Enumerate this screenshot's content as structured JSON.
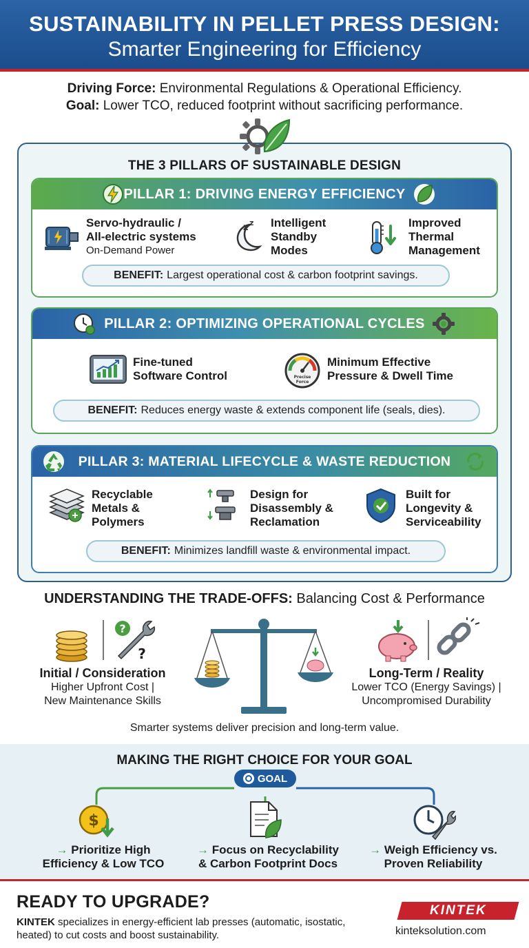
{
  "header": {
    "title": "SUSTAINABILITY IN PELLET PRESS DESIGN:",
    "subtitle": "Smarter Engineering for Efficiency"
  },
  "intro": {
    "line1_label": "Driving Force:",
    "line1_text": "Environmental Regulations & Operational Efficiency.",
    "line2_label": "Goal:",
    "line2_text": "Lower TCO, reduced footprint without sacrificing performance."
  },
  "pillars_title": "THE 3 PILLARS OF SUSTAINABLE DESIGN",
  "pillar1": {
    "title": "PILLAR 1: DRIVING ENERGY EFFICIENCY",
    "f1_line1": "Servo-hydraulic /",
    "f1_line2": "All-electric systems",
    "f1_sub": "On-Demand Power",
    "f2_line1": "Intelligent",
    "f2_line2": "Standby",
    "f2_line3": "Modes",
    "f3_line1": "Improved",
    "f3_line2": "Thermal",
    "f3_line3": "Management",
    "benefit_label": "BENEFIT:",
    "benefit_text": "Largest operational cost & carbon footprint savings."
  },
  "pillar2": {
    "title": "PILLAR 2: OPTIMIZING OPERATIONAL CYCLES",
    "f1_line1": "Fine-tuned",
    "f1_line2": "Software Control",
    "f2_line1": "Minimum Effective",
    "f2_line2": "Pressure & Dwell Time",
    "gauge_text1": "Precise",
    "gauge_text2": "Force",
    "benefit_label": "BENEFIT:",
    "benefit_text": "Reduces energy waste & extends component life (seals, dies)."
  },
  "pillar3": {
    "title": "PILLAR 3: MATERIAL LIFECYCLE & WASTE REDUCTION",
    "f1_line1": "Recyclable",
    "f1_line2": "Metals &",
    "f1_line3": "Polymers",
    "f2_line1": "Design for",
    "f2_line2": "Disassembly &",
    "f2_line3": "Reclamation",
    "f3_line1": "Built for",
    "f3_line2": "Longevity &",
    "f3_line3": "Serviceability",
    "benefit_label": "BENEFIT:",
    "benefit_text": "Minimizes landfill waste & environmental impact."
  },
  "tradeoffs": {
    "title_bold": "UNDERSTANDING THE TRADE-OFFS:",
    "title_rest": "Balancing Cost & Performance",
    "left_label": "Initial / Consideration",
    "left_line1": "Higher Upfront Cost |",
    "left_line2": "New Maintenance Skills",
    "right_label": "Long-Term / Reality",
    "right_line1": "Lower TCO (Energy Savings) |",
    "right_line2": "Uncompromised Durability",
    "note": "Smarter systems deliver precision and long-term value."
  },
  "choice": {
    "title": "MAKING THE RIGHT CHOICE FOR YOUR GOAL",
    "goal": "GOAL",
    "o1_line1": "Prioritize High",
    "o1_line2": "Efficiency & Low TCO",
    "o2_line1": "Focus on Recyclability",
    "o2_line2": "& Carbon Footprint Docs",
    "o3_line1": "Weigh Efficiency vs.",
    "o3_line2": "Proven Reliability",
    "arrow": "→"
  },
  "footer": {
    "heading": "READY TO UPGRADE?",
    "brand_bold": "KINTEK",
    "desc": "specializes in energy-efficient lab presses (automatic, isostatic, heated) to cut costs and boost sustainability.",
    "logo": "KINTEK",
    "website": "kinteksolution.com"
  },
  "colors": {
    "header_blue": "#1b4d8c",
    "accent_red": "#c8232c",
    "green": "#4f9f45",
    "teal": "#3f8fae"
  }
}
